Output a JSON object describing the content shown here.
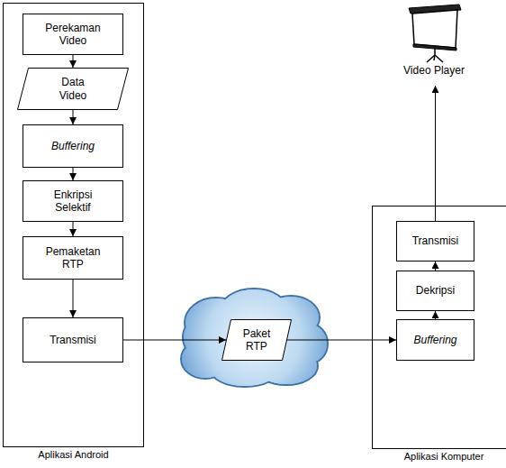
{
  "diagram": {
    "nodes": [
      {
        "text": [
          "Aplikasi Android"
        ]
      },
      {
        "text": [
          "Perekaman Video"
        ],
        "in": 0
      },
      {
        "text": [
          "Data Video"
        ],
        "in": 0
      },
      {
        "text": [
          "Buffering"
        ],
        "in": 0
      },
      {
        "text": [
          "Enkripsi Selektif"
        ],
        "in": 0
      },
      {
        "text": [
          "Pemaketan RTP"
        ],
        "in": 0
      },
      {
        "text": [
          "Transmisi"
        ],
        "in": 0
      },
      {
        "text": [
          "Paket RTP"
        ]
      },
      {
        "text": [
          "Video Player"
        ]
      },
      {
        "text": [
          "Aplikasi Komputer"
        ]
      },
      {
        "text": [
          "Transmisi"
        ],
        "in": 9
      },
      {
        "text": [
          "Dekripsi"
        ],
        "in": 9
      },
      {
        "text": [
          "Buffering"
        ],
        "in": 9
      }
    ],
    "edges": [
      {
        "from": 1,
        "to": 2,
        "arrow": "to"
      },
      {
        "from": 2,
        "to": 3,
        "arrow": "to"
      },
      {
        "from": 3,
        "to": 4,
        "arrow": "to"
      },
      {
        "from": 4,
        "to": 5,
        "arrow": "to"
      },
      {
        "from": 5,
        "to": 6,
        "arrow": "to"
      },
      {
        "from": 6,
        "to": 7,
        "arrow": "to"
      },
      {
        "from": 7,
        "to": 12,
        "arrow": "to"
      },
      {
        "from": 12,
        "to": 11,
        "arrow": "to"
      },
      {
        "from": 11,
        "to": 10,
        "arrow": "to"
      },
      {
        "from": 10,
        "to": 8,
        "arrow": "to"
      }
    ]
  }
}
